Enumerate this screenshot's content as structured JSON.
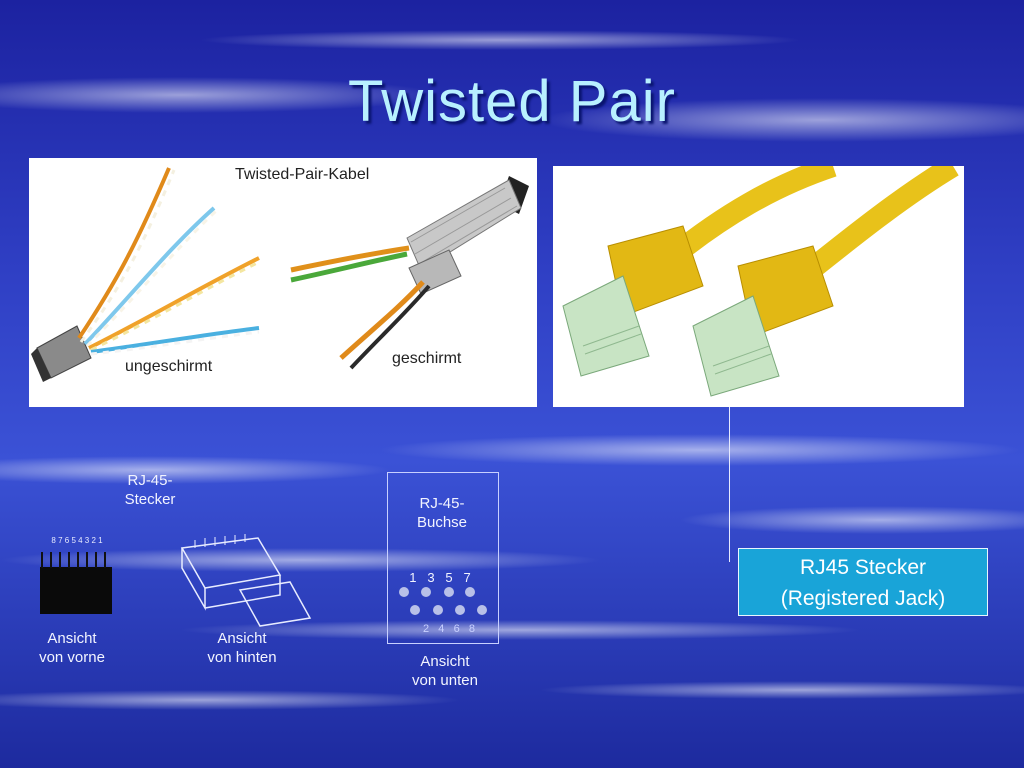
{
  "slide": {
    "title": "Twisted Pair"
  },
  "cable_image": {
    "heading": "Twisted-Pair-Kabel",
    "label_unshielded": "ungeschirmt",
    "label_shielded": "geschirmt"
  },
  "plug_image": {
    "description_shown": false
  },
  "diagram": {
    "plug_title_line1": "RJ-45-",
    "plug_title_line2": "Stecker",
    "pin_numbers_front": "8 7 6 5 4 3 2 1",
    "front_view_line1": "Ansicht",
    "front_view_line2": "von vorne",
    "back_view_line1": "Ansicht",
    "back_view_line2": "von hinten",
    "jack_title_line1": "RJ-45-",
    "jack_title_line2": "Buchse",
    "jack_pins_top": "1   3   5   7",
    "jack_pins_bottom": "2   4   6   8",
    "bottom_view_line1": "Ansicht",
    "bottom_view_line2": "von unten"
  },
  "callout": {
    "line1": "RJ45 Stecker",
    "line2": "(Registered Jack)"
  },
  "colors": {
    "background_top": "#1a2aa8",
    "background_mid": "#3a4fd0",
    "title": "#b8f0ff",
    "callout_bg": "#19a4d8",
    "cable_yellow": "#e8c21a"
  }
}
